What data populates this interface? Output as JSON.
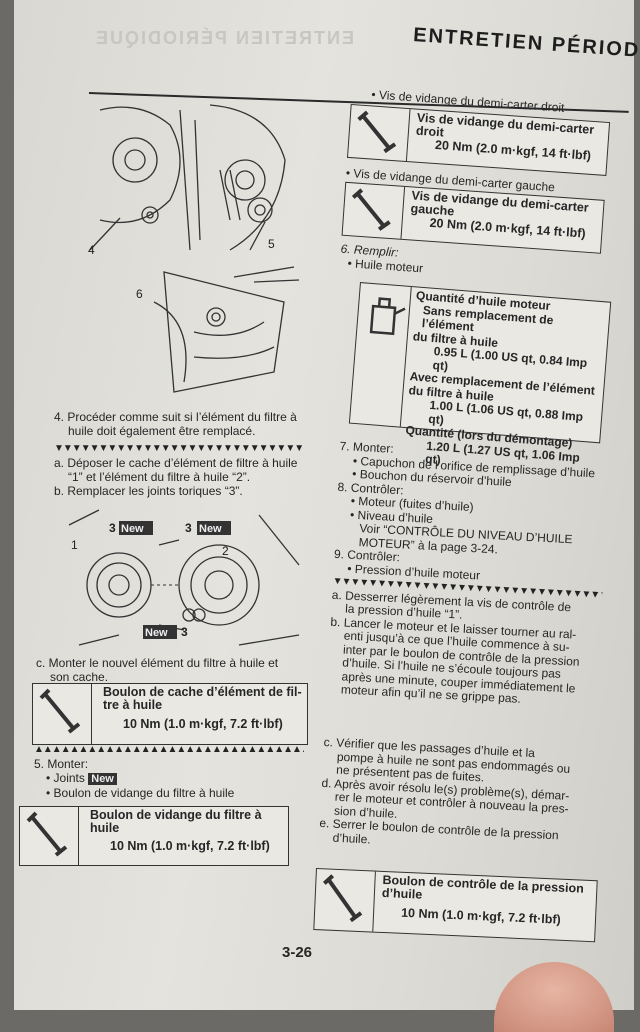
{
  "header": {
    "title": "ENTRETIEN PÉRIODIQU",
    "page_number": "3-26"
  },
  "figure1": {
    "labels": [
      "4",
      "5"
    ]
  },
  "figure2": {
    "label": "6"
  },
  "left": {
    "step4": [
      "4. Procéder comme suit si l’élément du filtre à",
      "huile doit également être remplacé."
    ],
    "a": [
      "a. Déposer le cache d’élément de filtre à huile",
      "“1” et l’élément du filtre à huile “2”."
    ],
    "b": "b. Remplacer les joints toriques “3”.",
    "fig3": {
      "n1": "1",
      "n2": "2",
      "n3": "3",
      "new": "New"
    },
    "c": [
      "c. Monter le nouvel élément du filtre à huile et",
      "son cache."
    ],
    "spec1": {
      "title": [
        "Boulon de cache d’élément de fil-",
        "tre à huile"
      ],
      "value": "10 Nm (1.0 m·kgf, 7.2 ft·lbf)"
    },
    "step5": "5. Monter:",
    "joints": "Joints",
    "boulon": "Boulon de vidange du filtre à huile",
    "spec2": {
      "title": [
        "Boulon de vidange du filtre à",
        "huile"
      ],
      "value": "10 Nm (1.0 m·kgf, 7.2 ft·lbf)"
    }
  },
  "right": {
    "b1": "Vis de vidange du demi-carter droit",
    "spec1": {
      "title": [
        "Vis de vidange du demi-carter",
        "droit"
      ],
      "value": "20 Nm (2.0 m·kgf, 14 ft·lbf)"
    },
    "b2": "Vis de vidange du demi-carter gauche",
    "spec2": {
      "title": [
        "Vis de vidange du demi-carter",
        "gauche"
      ],
      "value": "20 Nm (2.0 m·kgf, 14 ft·lbf)"
    },
    "step6": "6. Remplir:",
    "oil": "Huile moteur",
    "qty": {
      "title": "Quantité d’huile moteur",
      "l1": "Sans remplacement de l’élément",
      "l2": "du filtre à huile",
      "v1": "0.95 L (1.00 US qt, 0.84 Imp qt)",
      "l3": "Avec remplacement de l’élément",
      "l4": "du filtre à huile",
      "v2": "1.00 L (1.06 US qt, 0.88 Imp qt)",
      "l5": "Quantité (lors du démontage)",
      "v3": "1.20 L (1.27 US qt, 1.06 Imp qt)"
    },
    "step7": "7. Monter:",
    "cap": "Capuchon de l’orifice de remplissage d’huile",
    "bouchon": "Bouchon du réservoir d’huile",
    "step8": "8. Contrôler:",
    "fuites": "Moteur (fuites d’huile)",
    "niveau": "Niveau d’huile",
    "voir": [
      "Voir “CONTRÔLE DU NIVEAU D’HUILE",
      "MOTEUR” à la page 3-24."
    ],
    "step9": "9. Contrôler:",
    "pression": "Pression d’huile moteur",
    "a": [
      "a. Desserrer légèrement la vis de contrôle de",
      "la pression d’huile “1”."
    ],
    "b": [
      "b. Lancer le moteur et le laisser tourner au ral-",
      "enti jusqu’à ce que l’huile commence à su-",
      "inter par le boulon de contrôle de la pression",
      "d’huile. Si l’huile ne s’écoule toujours pas",
      "après une minute, couper immédiatement le",
      "moteur afin qu’il ne se grippe pas."
    ],
    "c": [
      "c. Vérifier que les passages d’huile et la",
      "pompe à huile ne sont pas endommagés ou",
      "ne présentent pas de fuites."
    ],
    "d": [
      "d. Après avoir résolu le(s) problème(s), démar-",
      "rer le moteur et contrôler à nouveau la pres-",
      "sion d’huile."
    ],
    "e": [
      "e. Serrer le boulon de contrôle de la pression",
      "d’huile."
    ],
    "spec3": {
      "title": [
        "Boulon de contrôle de la pression",
        "d’huile"
      ],
      "value": "10 Nm (1.0 m·kgf, 7.2 ft·lbf)"
    }
  }
}
